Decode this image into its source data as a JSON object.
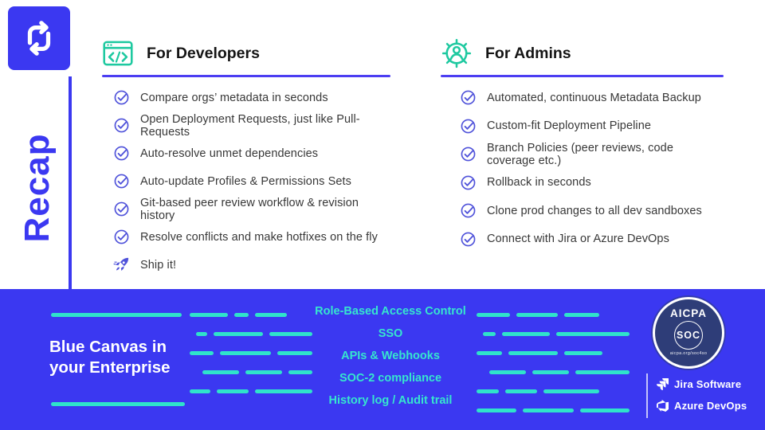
{
  "sidebar": {
    "recap_label": "Recap"
  },
  "developers": {
    "title": "For Developers",
    "icon": "code-browser-icon",
    "items": [
      {
        "icon": "check-circle-icon",
        "text": "Compare orgs’ metadata in seconds"
      },
      {
        "icon": "check-circle-icon",
        "text": "Open Deployment Requests, just like Pull-Requests"
      },
      {
        "icon": "check-circle-icon",
        "text": "Auto-resolve unmet dependencies"
      },
      {
        "icon": "check-circle-icon",
        "text": "Auto-update Profiles & Permissions Sets"
      },
      {
        "icon": "check-circle-icon",
        "text": "Git-based peer review workflow & revision history"
      },
      {
        "icon": "check-circle-icon",
        "text": "Resolve conflicts and make hotfixes on the fly"
      },
      {
        "icon": "rocket-icon",
        "text": "Ship it!"
      }
    ]
  },
  "admins": {
    "title": "For Admins",
    "icon": "gear-user-icon",
    "items": [
      {
        "icon": "check-circle-icon",
        "text": "Automated, continuous Metadata Backup"
      },
      {
        "icon": "check-circle-icon",
        "text": "Custom-fit Deployment Pipeline"
      },
      {
        "icon": "check-circle-icon",
        "text": "Branch Policies (peer reviews, code coverage etc.)"
      },
      {
        "icon": "check-circle-icon",
        "text": "Rollback in seconds"
      },
      {
        "icon": "check-circle-icon",
        "text": "Clone prod changes to all dev sandboxes"
      },
      {
        "icon": "check-circle-icon",
        "text": "Connect with Jira or Azure DevOps"
      }
    ]
  },
  "enterprise": {
    "heading_line1": "Blue Canvas in",
    "heading_line2": "your Enterprise",
    "features": [
      "Role-Based Access Control",
      "SSO",
      "APIs & Webhooks",
      "SOC-2 compliance",
      "History log / Audit trail"
    ]
  },
  "badges": {
    "aicpa_top": "AICPA",
    "aicpa_main": "SOC",
    "aicpa_sub": "aicpa.org/soc4so",
    "jira_label": "Jira Software",
    "azure_label": "Azure DevOps"
  },
  "colors": {
    "indigo": "#3b38f1",
    "teal_icon": "#1ec9a0",
    "cyan": "#2fe3cb",
    "check_indigo": "#4f52da",
    "rule_indigo": "#4c3ef2",
    "badge_navy": "#2e3d78"
  }
}
